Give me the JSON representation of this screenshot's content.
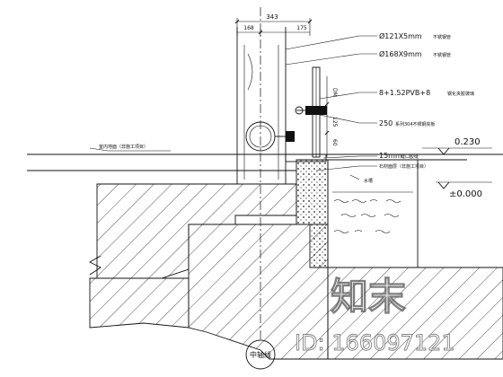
{
  "dimensions": {
    "total": "343",
    "left": "168",
    "right": "175",
    "dm": "DM",
    "v125": "125",
    "v60": "60"
  },
  "callouts": {
    "pipe1": "Ø121X5mm",
    "pipe1_note": "不锈钢管",
    "pipe2": "Ø168X9mm",
    "pipe2_note": "不锈钢管",
    "glass": "8+1.52PVB+8",
    "glass_note": "钢化夹胶玻璃",
    "clamp": "250",
    "clamp_note": "系列304不锈钢夹板",
    "seam": "15mm",
    "seam_note": "缝口胶缝",
    "stone": "石材面层（非施工项目）",
    "floor": "室内地面（非施工项目）",
    "water": "水槽"
  },
  "levels": {
    "upper": "0.230",
    "lower": "±0.000"
  },
  "axis_label": "中轴线",
  "watermark": {
    "brand": "知末",
    "id_text": "ID: 166097121"
  }
}
